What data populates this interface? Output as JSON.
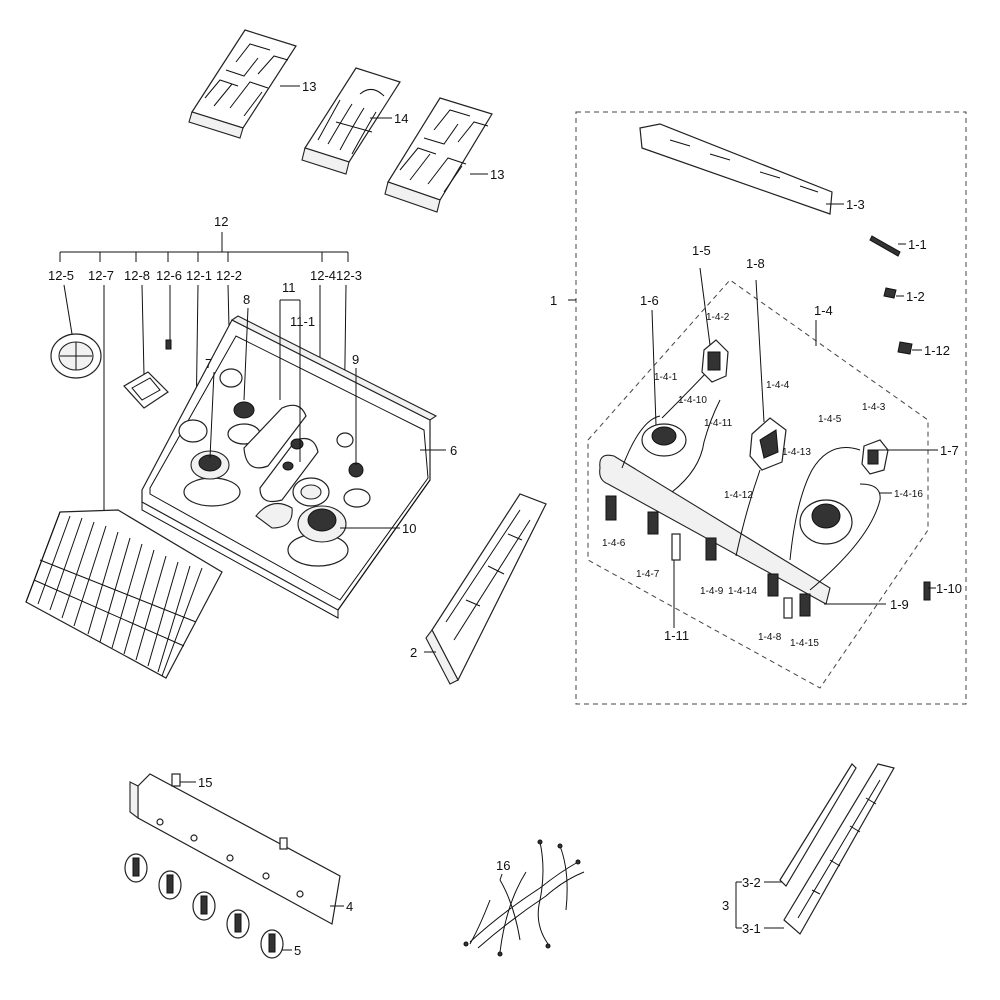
{
  "labels": {
    "c13a": "13",
    "c14": "14",
    "c13b": "13",
    "c12": "12",
    "c12_5": "12-5",
    "c12_7": "12-7",
    "c12_8": "12-8",
    "c12_6": "12-6",
    "c12_1": "12-1",
    "c12_2": "12-2",
    "c12_4": "12-4",
    "c12_3": "12-3",
    "c11": "11",
    "c11_1": "11-1",
    "c8": "8",
    "c9": "9",
    "c7": "7",
    "c6": "6",
    "c10": "10",
    "c2": "2",
    "c1": "1",
    "c1_3": "1-3",
    "c1_1": "1-1",
    "c1_2": "1-2",
    "c1_12": "1-12",
    "c1_5": "1-5",
    "c1_8": "1-8",
    "c1_4": "1-4",
    "c1_6": "1-6",
    "c1_4_2": "1-4-2",
    "c1_4_1": "1-4-1",
    "c1_4_10": "1-4-10",
    "c1_4_11": "1-4-11",
    "c1_4_4": "1-4-4",
    "c1_4_5": "1-4-5",
    "c1_4_3": "1-4-3",
    "c1_7": "1-7",
    "c1_4_13": "1-4-13",
    "c1_4_16": "1-4-16",
    "c1_4_12": "1-4-12",
    "c1_4_6": "1-4-6",
    "c1_4_7": "1-4-7",
    "c1_4_9": "1-4-9",
    "c1_4_14": "1-4-14",
    "c1_11": "1-11",
    "c1_4_8": "1-4-8",
    "c1_4_15": "1-4-15",
    "c1_9": "1-9",
    "c1_10": "1-10",
    "c15": "15",
    "c4": "4",
    "c5": "5",
    "c16": "16",
    "c3": "3",
    "c3_2": "3-2",
    "c3_1": "3-1"
  }
}
